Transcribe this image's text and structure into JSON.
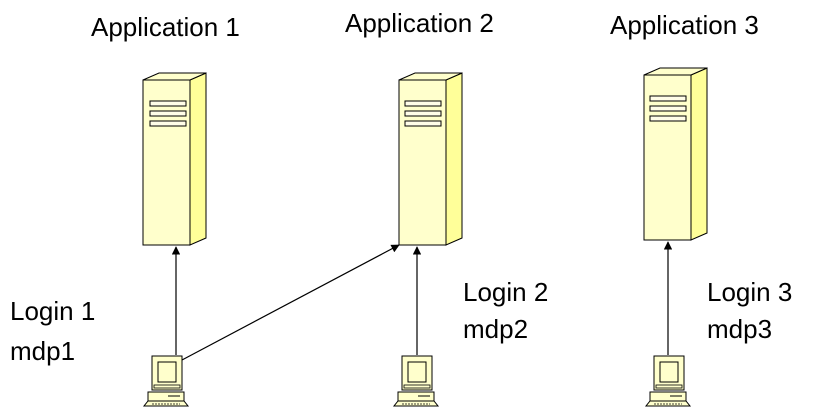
{
  "applications": [
    {
      "label": "Application 1"
    },
    {
      "label": "Application 2"
    },
    {
      "label": "Application 3"
    }
  ],
  "clients": [
    {
      "login": "Login 1",
      "password": "mdp1"
    },
    {
      "login": "Login 2",
      "password": "mdp2"
    },
    {
      "login": "Login 3",
      "password": "mdp3"
    }
  ],
  "colors": {
    "server_front": "#ffffcc",
    "server_side": "#ffff99",
    "outline": "#000000",
    "background": "#ffffff"
  },
  "icons": {
    "server": "server-tower-icon",
    "client": "desktop-computer-icon"
  }
}
